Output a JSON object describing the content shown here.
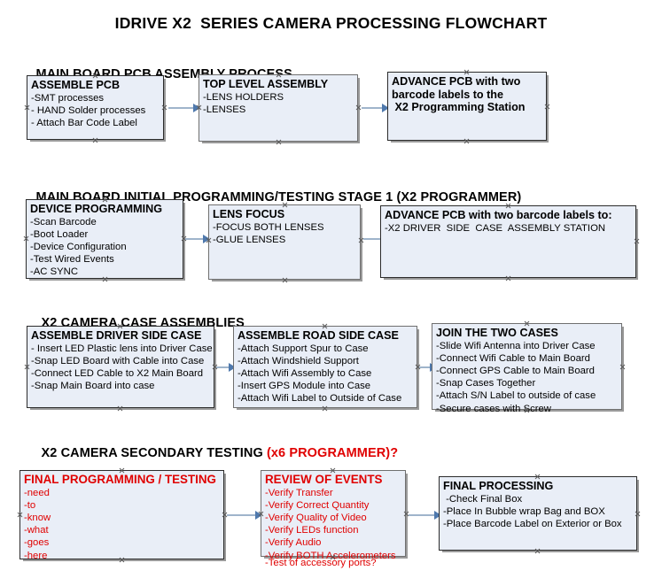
{
  "title": "IDRIVE X2  SERIES CAMERA PROCESSING FLOWCHART",
  "colors": {
    "box_fill": "#e9eef7",
    "box_border": "#2b2b2b",
    "arrow_shaft": "#9fb4cb",
    "arrow_head": "#4f79ad",
    "red_text": "#e00000",
    "text": "#000000"
  },
  "sections": [
    {
      "heading": "MAIN BOARD PCB ASSEMBLY PROCESS",
      "heading_red": "",
      "boxes": [
        {
          "title": "ASSEMBLE PCB",
          "lines": [
            "-SMT processes",
            "- HAND Solder processes",
            "- Attach Bar Code Label"
          ]
        },
        {
          "title": "TOP LEVEL ASSEMBLY",
          "lines": [
            "-LENS HOLDERS",
            "-LENSES"
          ]
        },
        {
          "title": "ADVANCE PCB with two",
          "lines": [
            "barcode labels to the",
            " X2 Programming Station"
          ]
        }
      ]
    },
    {
      "heading": "MAIN BOARD INITIAL PROGRAMMING/TESTING STAGE 1 (X2 PROGRAMMER)",
      "heading_red": "",
      "boxes": [
        {
          "title": "DEVICE PROGRAMMING",
          "lines": [
            "-Scan Barcode",
            "-Boot Loader",
            "-Device Configuration",
            "-Test Wired Events",
            "-AC SYNC"
          ]
        },
        {
          "title": "LENS FOCUS",
          "lines": [
            "-FOCUS BOTH LENSES",
            "-GLUE LENSES"
          ]
        },
        {
          "title": "ADVANCE PCB with two barcode labels to:",
          "lines": [
            "-X2 DRIVER  SIDE  CASE  ASSEMBLY STATION"
          ]
        }
      ]
    },
    {
      "heading": "X2 CAMERA CASE ASSEMBLIES",
      "heading_red": "",
      "boxes": [
        {
          "title": "ASSEMBLE DRIVER SIDE CASE",
          "lines": [
            "- Insert LED Plastic lens into Driver Case",
            "-Snap LED Board with Cable into Case",
            "-Connect LED Cable to X2 Main Board",
            "-Snap Main Board into case"
          ]
        },
        {
          "title": "ASSEMBLE ROAD SIDE CASE",
          "lines": [
            "-Attach Support Spur to Case",
            "-Attach Windshield Support",
            "-Attach Wifi Assembly to Case",
            "-Insert GPS Module into Case",
            "-Attach Wifi Label to Outside of Case"
          ]
        },
        {
          "title": "JOIN THE TWO CASES",
          "lines": [
            "-Slide Wifi Antenna into Driver Case",
            "-Connect Wifi Cable to Main Board",
            "-Connect GPS Cable to Main Board",
            "-Snap Cases Together",
            "-Attach S/N Label to outside of case",
            "-Secure cases with Screw"
          ]
        }
      ]
    },
    {
      "heading": "X2 CAMERA SECONDARY TESTING ",
      "heading_red": "(x6 PROGRAMMER)?",
      "boxes": [
        {
          "title": "FINAL PROGRAMMING / TESTING",
          "lines": [
            "-need",
            "-to",
            "-know",
            "-what",
            "-goes",
            "-here"
          ]
        },
        {
          "title": "REVIEW OF EVENTS",
          "lines": [
            "-Verify Transfer",
            "-Verify Correct Quantity",
            "-Verify Quality of Video",
            "-Verify LEDs function",
            "-Verify Audio",
            "-Verify BOTH Accelerometers"
          ],
          "overflow_line": "-Test of accessory ports?"
        },
        {
          "title": "FINAL PROCESSING",
          "lines": [
            " -Check Final Box",
            "-Place In Bubble wrap Bag and BOX",
            "-Place Barcode Label on Exterior or Box"
          ]
        }
      ]
    }
  ]
}
